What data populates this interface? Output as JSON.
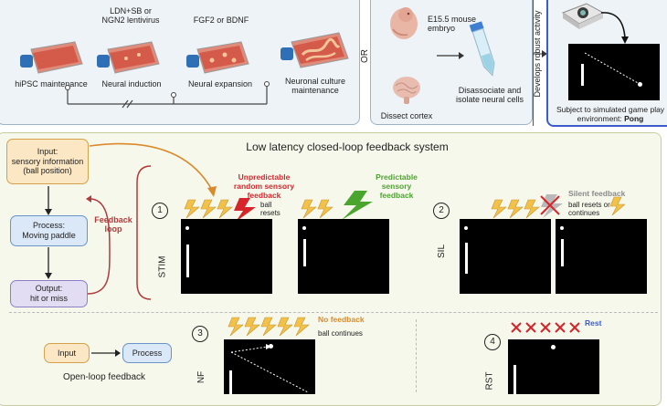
{
  "top_left": {
    "steps": [
      {
        "label": "hiPSC maintenance",
        "treatment": ""
      },
      {
        "label": "Neural induction",
        "treatment": "LDN+SB or\nNGN2 lentivirus"
      },
      {
        "label": "Neural expansion",
        "treatment": "FGF2 or BDNF"
      },
      {
        "label": "Neuronal culture\nmaintenance",
        "treatment": ""
      }
    ]
  },
  "or_label": "OR",
  "top_middle": {
    "embryo": "E15.5 mouse\nembryo",
    "dissect": "Dissect cortex",
    "disassociate": "Disassociate and\nisolate neural cells"
  },
  "develops": "Develops robust activity",
  "top_right": {
    "caption_line1": "Subject to simulated game play",
    "caption_line2_prefix": "environment: ",
    "caption_line2_bold": "Pong"
  },
  "main": {
    "title": "Low latency closed-loop feedback system",
    "flow": {
      "input": "Input:\nsensory information\n(ball position)",
      "process": "Process:\nMoving paddle",
      "output": "Output:\nhit or miss",
      "feedback_loop": "Feedback\nloop"
    },
    "stim": {
      "number": "1",
      "label": "STIM",
      "unpredictable": "Unpredictable\nrandom sensory\nfeedback",
      "ball_resets": "ball\nresets",
      "predictable": "Predictable\nsensory\nfeedback"
    },
    "sil": {
      "number": "2",
      "label": "SIL",
      "silent": "Silent feedback",
      "resets_or_continues": "ball resets or\ncontinues"
    },
    "openloop": {
      "input": "Input",
      "process": "Process",
      "caption": "Open-loop feedback"
    },
    "nf": {
      "number": "3",
      "label": "NF",
      "no_feedback": "No feedback",
      "ball_continues": "ball continues"
    },
    "rst": {
      "number": "4",
      "label": "RST",
      "rest": "Rest"
    }
  },
  "colors": {
    "panel_bg": "#eef3f7",
    "panel_border": "#9cb3c8",
    "right_panel_border": "#3b5cc9",
    "main_bg": "#f7f8ec",
    "main_border": "#c7cba4",
    "orange": "#d98a2b",
    "bolt_yellow": "#f2c14a",
    "red": "#d7262b",
    "green": "#4aa52e",
    "silent_gray": "#8a8a8a",
    "loop_red": "#b23a3a",
    "rest_blue": "#3b5cc9"
  }
}
